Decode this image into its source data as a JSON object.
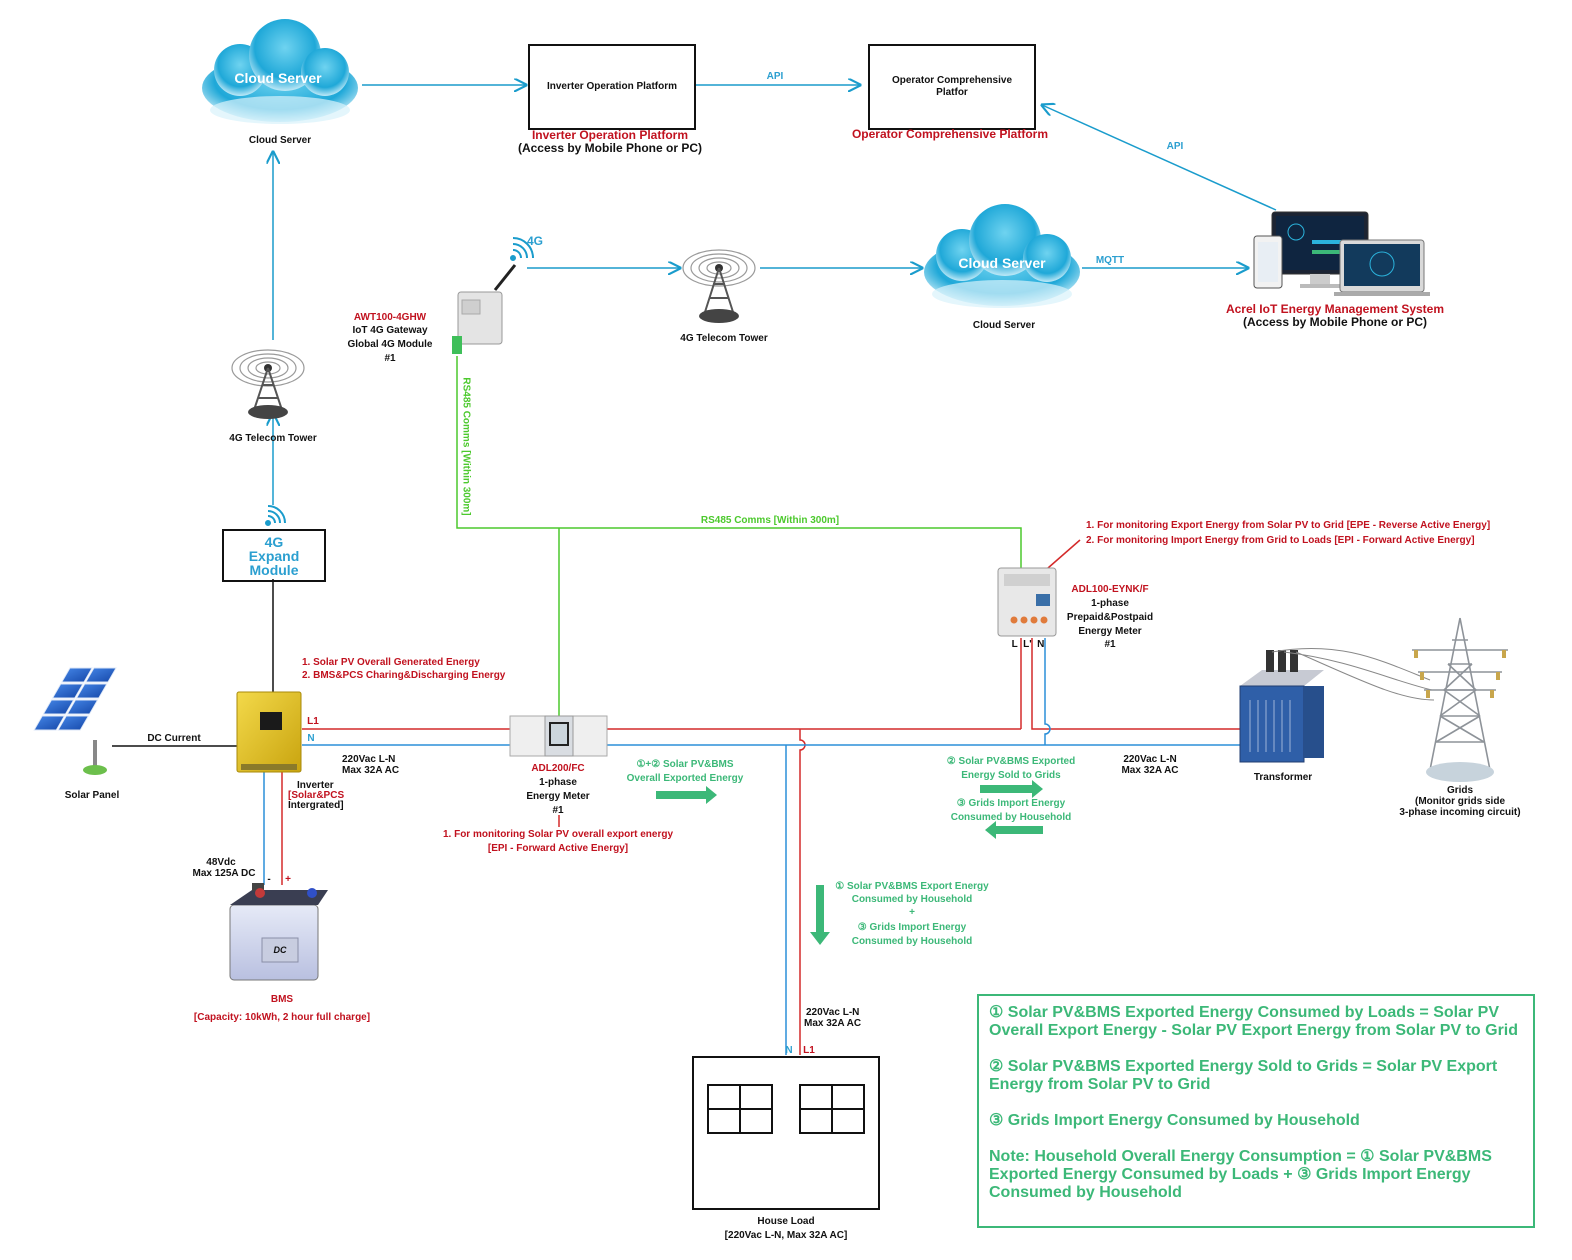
{
  "cloud_server_top": {
    "name": "Cloud Server",
    "caption": "Cloud Server"
  },
  "cloud_server_mid": {
    "name": "Cloud Server",
    "caption": "Cloud Server"
  },
  "inverter_platform": {
    "box": "Inverter Operation Platform",
    "title": "Inverter Operation Platform",
    "subtitle": "(Access by Mobile Phone or PC)"
  },
  "operator_platform": {
    "box_line1": "Operator Comprehensive",
    "box_line2": "Platfor",
    "title": "Operator Comprehensive Platform"
  },
  "api_top": "API",
  "api_right": "API",
  "mqtt": "MQTT",
  "acrel": {
    "title": "Acrel IoT Energy Management System",
    "subtitle": "(Access by Mobile Phone or PC)"
  },
  "tower_left": "4G Telecom Tower",
  "tower_mid": "4G Telecom Tower",
  "fourg_label": "4G",
  "gateway": {
    "model": "AWT100-4GHW",
    "line1": "IoT 4G Gateway",
    "line2": "Global 4G Module",
    "line3": "#1"
  },
  "expand_module": {
    "line1": "4G",
    "line2": "Expand",
    "line3": "Module"
  },
  "rs485_vertical": "RS485 Comms [Within 300m]",
  "rs485_horizontal": "RS485 Comms [Within 300m]",
  "adl100": {
    "note1": "1. For monitoring Export Energy from Solar PV to Grid [EPE - Reverse Active Energy]",
    "note2": "2. For monitoring Import Energy from Grid to Loads [EPI - Forward Active Energy]",
    "model": "ADL100-EYNK/F",
    "line1": "1-phase",
    "line2": "Prepaid&Postpaid",
    "line3": "Energy Meter",
    "line4": "#1",
    "terminals": "L  L'  N"
  },
  "inverter_notes": {
    "note1": "1. Solar PV Overall Generated Energy",
    "note2": "2. BMS&PCS Charing&Discharging Energy"
  },
  "solar_panel": "Solar Panel",
  "dc_current": "DC Current",
  "line_l1": "L1",
  "line_n": "N",
  "ac_left": {
    "line1": "220Vac L-N",
    "line2": "Max 32A AC"
  },
  "inverter": {
    "line1": "Inverter",
    "line2": "[Solar&PCS",
    "line3": "Intergrated]"
  },
  "adl200": {
    "model": "ADL200/FC",
    "line1": "1-phase",
    "line2": "Energy Meter",
    "line3": "#1",
    "note1": "1. For monitoring Solar PV overall export energy",
    "note2": "[EPI - Forward Active Energy]"
  },
  "flow_export": {
    "line1": "①+② Solar PV&BMS",
    "line2": "Overall Exported Energy"
  },
  "flow_sold": {
    "line1": "② Solar PV&BMS Exported",
    "line2": "Energy Sold to Grids"
  },
  "flow_import": {
    "line1": "③ Grids Import Energy",
    "line2": "Consumed by Household"
  },
  "ac_right": {
    "line1": "220Vac L-N",
    "line2": "Max 32A AC"
  },
  "transformer": "Transformer",
  "grids": {
    "line1": "Grids",
    "line2": "(Monitor grids side",
    "line3": "3-phase incoming circuit)"
  },
  "battery_dc": {
    "line1": "48Vdc",
    "line2": "Max 125A DC"
  },
  "battery_minus": "-",
  "battery_plus": "+",
  "battery_face": "DC",
  "bms": {
    "title": "BMS",
    "subtitle": "[Capacity: 10kWh, 2 hour full charge]"
  },
  "flow_household": {
    "line1": "① Solar PV&BMS Export Energy",
    "line2": "Consumed by Household",
    "line3": "+",
    "line4": "③ Grids Import Energy",
    "line5": "Consumed by Household"
  },
  "ac_house": {
    "line1": "220Vac L-N",
    "line2": "Max 32A AC"
  },
  "house_n": "N",
  "house_l1": "L1",
  "house_load": {
    "line1": "House Load",
    "line2": "[220Vac L-N, Max 32A AC]"
  },
  "formula": {
    "p1": "① Solar PV&BMS Exported Energy Consumed by Loads = Solar PV Overall Export Energy - Solar PV Export Energy from Solar PV to Grid",
    "p2": "② Solar PV&BMS Exported Energy Sold to Grids = Solar PV Export Energy from Solar PV to Grid",
    "p3": "③ Grids Import Energy Consumed by Household",
    "p4": "Note: Household Overall Energy Consumption = ① Solar PV&BMS Exported Energy Consumed by Loads + ③ Grids Import Energy Consumed by Household"
  },
  "colors": {
    "cloud": "#2bb3dc",
    "comm_line": "#1a9ccc",
    "rs485": "#4cc92d",
    "live": "#d42a2a",
    "neutral": "#2b8fd8",
    "flow_arrow": "#3cb878",
    "label_red": "#c1121f"
  }
}
